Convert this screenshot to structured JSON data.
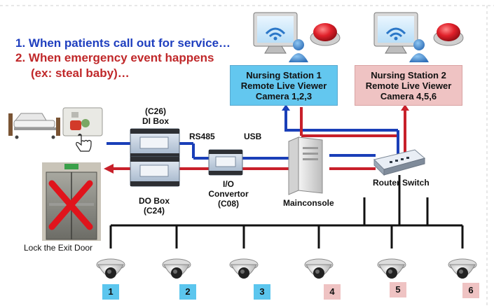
{
  "notes": {
    "line1": "1.  When patients call out for service…",
    "line2": "2.  When emergency event happens",
    "line3": "(ex: steal baby)…"
  },
  "stations": [
    {
      "title": "Nursing Station 1",
      "subtitle": "Remote Live Viewer",
      "cameras": "Camera 1,2,3",
      "color": "#63c7ef"
    },
    {
      "title": "Nursing Station 2",
      "subtitle": "Remote Live Viewer",
      "cameras": "Camera 4,5,6",
      "color": "#efc3c3"
    }
  ],
  "devices": {
    "di_box": {
      "code": "(C26)",
      "name": "DI Box"
    },
    "do_box": {
      "name": "DO Box",
      "code": "(C24)"
    },
    "io_convertor": {
      "name": "I/O",
      "name2": "Convertor",
      "code": "(C08)"
    },
    "rs485": "RS485",
    "usb": "USB",
    "mainconsole": "Mainconsole",
    "router_switch": "Router Switch",
    "exit_door": "Lock the Exit Door"
  },
  "cameras": [
    {
      "number": "1",
      "group": "blue"
    },
    {
      "number": "2",
      "group": "blue"
    },
    {
      "number": "3",
      "group": "blue"
    },
    {
      "number": "4",
      "group": "pink"
    },
    {
      "number": "5",
      "group": "pink"
    },
    {
      "number": "6",
      "group": "pink"
    }
  ],
  "colors": {
    "blue_link": "#1a3fb8",
    "red_link": "#c8202a",
    "black_link": "#111111",
    "station1": "#63c7ef",
    "station2": "#efc3c3"
  },
  "icons": [
    "computer-icon",
    "user-icon",
    "alarm-button-icon",
    "bed-icon",
    "call-button-icon",
    "hand-cursor-icon",
    "exit-door-icon",
    "x-mark-icon",
    "module-box-icon",
    "server-icon",
    "router-icon",
    "dome-camera-icon"
  ]
}
